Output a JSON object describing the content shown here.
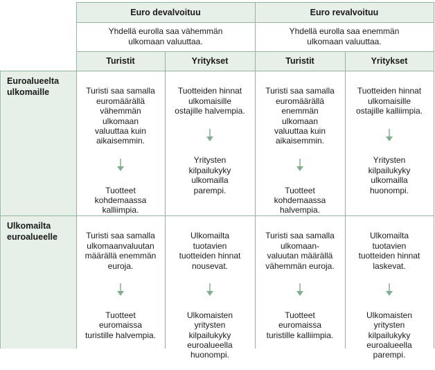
{
  "header": {
    "col_devalued": "Euro devalvoituu",
    "col_revalued": "Euro revalvoituu",
    "devalued_desc": "Yhdellä eurolla saa vähemmän\nulkomaan valuuttaa.",
    "revalued_desc": "Yhdellä eurolla saa enemmän\nulkomaan valuuttaa.",
    "tourists": "Turistit",
    "companies": "Yritykset"
  },
  "rows": [
    {
      "label": "Euroalueelta\nulkomaille",
      "cells": [
        {
          "top": "Turisti saa samalla\neuromäärällä\nvähemmän\nulkomaan\nvaluuttaa kuin\naikaisemmin.",
          "bottom": "Tuotteet\nkohdemaassa\nkalliimpia."
        },
        {
          "top": "Tuotteiden hinnat\nulkomaisille\nostajille halvempia.",
          "bottom": "Yritysten\nkilpailukyky\nulkomailla\nparempi."
        },
        {
          "top": "Turisti saa samalla\neuromäärällä\nenemmän\nulkomaan\nvaluuttaa kuin\naikaisemmin.",
          "bottom": "Tuotteet\nkohdemaassa\nhalvempia."
        },
        {
          "top": "Tuotteiden hinnat\nulkomaisille\nostajille kalliimpia.",
          "bottom": "Yritysten\nkilpailukyky\nulkomailla\nhuonompi."
        }
      ]
    },
    {
      "label": "Ulkomailta\neuroalueelle",
      "cells": [
        {
          "top": "Turisti saa samalla\nulkomaanvaluutan\nmäärällä enemmän\neuroja.",
          "bottom": "Tuotteet\neuromaissa\nturistille halvempia."
        },
        {
          "top": "Ulkomailta\ntuotavien\ntuotteiden hinnat\nnousevat.",
          "bottom": "Ulkomaisten\nyritysten\nkilpailukyky\neuroalueella\nhuonompi."
        },
        {
          "top": "Turisti saa samalla\nulkomaan-\nvaluutan määrällä\nvähemmän euroja.",
          "bottom": "Tuotteet\neuromaissa\nturistille kalliimpia."
        },
        {
          "top": "Ulkomailta\ntuotavien\ntuotteiden hinnat\nlaskevat.",
          "bottom": "Ulkomaisten\nyritysten\nkilpailukyky\neuroalueella\nparempi."
        }
      ]
    }
  ],
  "colors": {
    "header_bg": "#e6efe8",
    "border": "#8fb79c",
    "arrow": "#7fb08e"
  }
}
